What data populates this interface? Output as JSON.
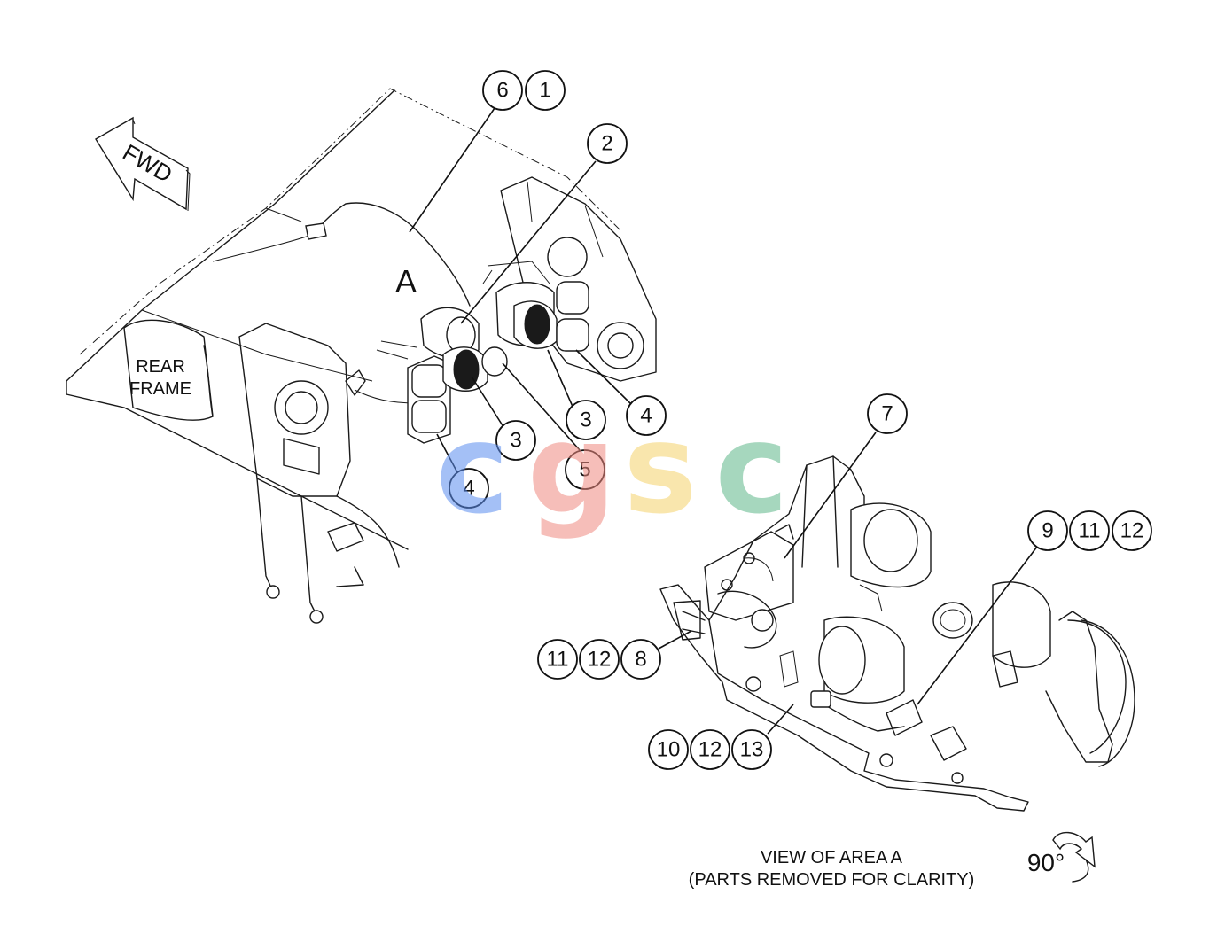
{
  "diagram": {
    "labels": {
      "fwd": "FWD",
      "area": "A",
      "rear_frame_line1": "REAR",
      "rear_frame_line2": "FRAME",
      "view_line1": "VIEW OF AREA A",
      "view_line2": "(PARTS REMOVED FOR CLARITY)",
      "rotation": "90°"
    },
    "callouts": [
      {
        "id": "c6a",
        "text": "6"
      },
      {
        "id": "c1",
        "text": "1"
      },
      {
        "id": "c2",
        "text": "2"
      },
      {
        "id": "c3a",
        "text": "3"
      },
      {
        "id": "c4a",
        "text": "4"
      },
      {
        "id": "c3b",
        "text": "3"
      },
      {
        "id": "c5",
        "text": "5"
      },
      {
        "id": "c4b",
        "text": "4"
      },
      {
        "id": "c7",
        "text": "7"
      },
      {
        "id": "c9",
        "text": "9"
      },
      {
        "id": "c11a",
        "text": "11"
      },
      {
        "id": "c12a",
        "text": "12"
      },
      {
        "id": "c11b",
        "text": "11"
      },
      {
        "id": "c12b",
        "text": "12"
      },
      {
        "id": "c8",
        "text": "8"
      },
      {
        "id": "c10",
        "text": "10"
      },
      {
        "id": "c12c",
        "text": "12"
      },
      {
        "id": "c13",
        "text": "13"
      }
    ],
    "watermark": {
      "letters": [
        "c",
        "g",
        "s",
        "c"
      ],
      "colors": [
        "#5b8def",
        "#f08a80",
        "#f5d36b",
        "#5fb88a"
      ]
    }
  }
}
